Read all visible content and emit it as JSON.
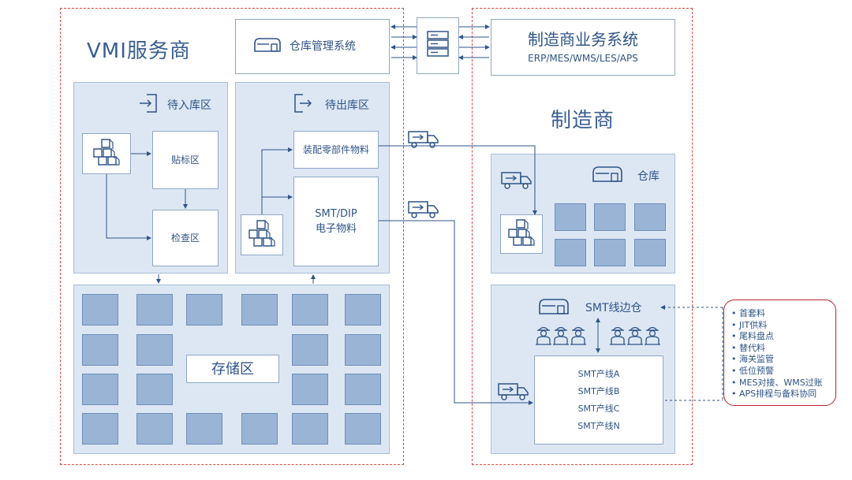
{
  "vmi": {
    "title": "VMI服务商",
    "wms_label": "仓库管理系统",
    "inbound_zone": "待入库区",
    "outbound_zone": "待出库区",
    "labeling_zone": "贴标区",
    "inspection_zone": "检查区",
    "assembly_parts": "装配零部件物料",
    "smt_dip_line1": "SMT/DIP",
    "smt_dip_line2": "电子物料",
    "storage_zone": "存储区"
  },
  "manufacturer": {
    "title": "制造商",
    "system_title": "制造商业务系统",
    "system_subtitle": "ERP/MES/WMS/LES/APS",
    "warehouse": "仓库",
    "smt_side_warehouse": "SMT线边仓",
    "lines": [
      "SMT产线A",
      "SMT产线B",
      "SMT产线C",
      "SMT产线N"
    ]
  },
  "notes": {
    "items": [
      "首套料",
      "JIT供料",
      "尾料盘点",
      "替代料",
      "海关监管",
      "低位预警",
      "MES对接、WMS过账",
      "APS排程与备料协同"
    ]
  },
  "colors": {
    "accent": "#2f5487",
    "panel_fill": "#dde7f3",
    "cell_fill": "#9ab4d6",
    "boundary_dash": "#e0483c",
    "notes_border": "#b8232a"
  }
}
